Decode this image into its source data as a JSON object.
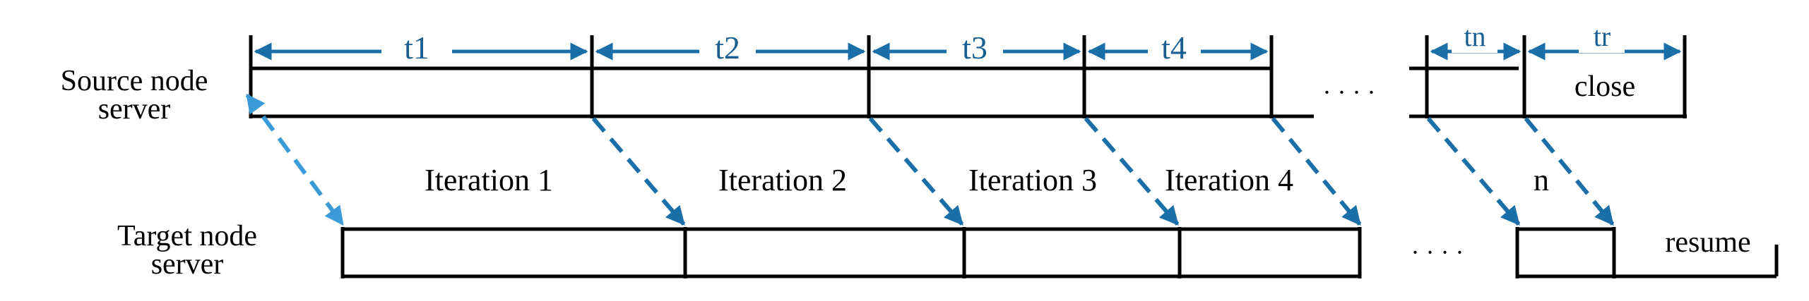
{
  "source": {
    "label_line1": "Source node",
    "label_line2": "server"
  },
  "target": {
    "label_line1": "Target node",
    "label_line2": "server"
  },
  "intervals": [
    {
      "label": "t1"
    },
    {
      "label": "t2"
    },
    {
      "label": "t3"
    },
    {
      "label": "t4"
    },
    {
      "label": "tn"
    },
    {
      "label": "tr"
    }
  ],
  "iterations": [
    {
      "label": "Iteration 1"
    },
    {
      "label": "Iteration 2"
    },
    {
      "label": "Iteration 3"
    },
    {
      "label": "Iteration 4"
    },
    {
      "label": "n"
    }
  ],
  "source_ellipsis": "· · · ·",
  "target_ellipsis": "· · · ·",
  "close_label": "close",
  "resume_label": "resume",
  "colors": {
    "line": "#000000",
    "arrow": "#1a6fa8",
    "first_arrow": "#3a9bd8",
    "interval_text": "#1a5f94"
  }
}
